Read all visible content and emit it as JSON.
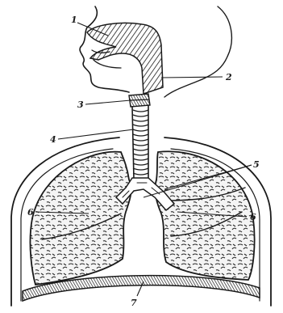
{
  "figure": {
    "labels": [
      {
        "id": "1",
        "text": "1"
      },
      {
        "id": "2",
        "text": "2"
      },
      {
        "id": "3",
        "text": "3"
      },
      {
        "id": "4",
        "text": "4"
      },
      {
        "id": "5",
        "text": "5"
      },
      {
        "id": "6l",
        "text": "6"
      },
      {
        "id": "6r",
        "text": "6"
      },
      {
        "id": "7",
        "text": "7"
      }
    ]
  }
}
